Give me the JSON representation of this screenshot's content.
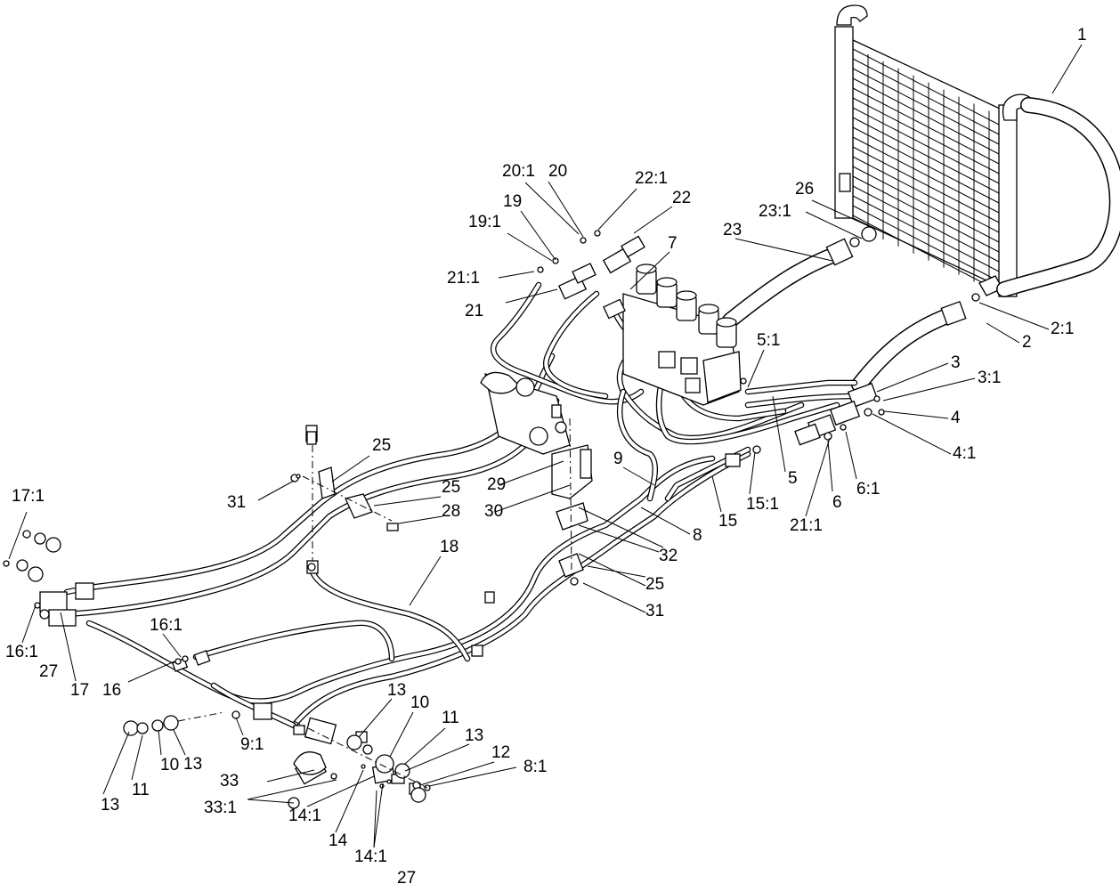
{
  "diagram": {
    "callouts": [
      {
        "id": "c-1",
        "text": "1"
      },
      {
        "id": "c-2",
        "text": "2"
      },
      {
        "id": "c-2-1",
        "text": "2:1"
      },
      {
        "id": "c-3",
        "text": "3"
      },
      {
        "id": "c-3-1",
        "text": "3:1"
      },
      {
        "id": "c-4",
        "text": "4"
      },
      {
        "id": "c-4-1",
        "text": "4:1"
      },
      {
        "id": "c-5",
        "text": "5"
      },
      {
        "id": "c-5-1",
        "text": "5:1"
      },
      {
        "id": "c-6",
        "text": "6"
      },
      {
        "id": "c-6-1",
        "text": "6:1"
      },
      {
        "id": "c-7",
        "text": "7"
      },
      {
        "id": "c-8",
        "text": "8"
      },
      {
        "id": "c-8-1",
        "text": "8:1"
      },
      {
        "id": "c-9",
        "text": "9"
      },
      {
        "id": "c-9-1",
        "text": "9:1"
      },
      {
        "id": "c-10a",
        "text": "10"
      },
      {
        "id": "c-10b",
        "text": "10"
      },
      {
        "id": "c-11a",
        "text": "11"
      },
      {
        "id": "c-11b",
        "text": "11"
      },
      {
        "id": "c-12",
        "text": "12"
      },
      {
        "id": "c-13a",
        "text": "13"
      },
      {
        "id": "c-13b",
        "text": "13"
      },
      {
        "id": "c-13c",
        "text": "13"
      },
      {
        "id": "c-13d",
        "text": "13"
      },
      {
        "id": "c-14",
        "text": "14"
      },
      {
        "id": "c-14-1a",
        "text": "14:1"
      },
      {
        "id": "c-14-1b",
        "text": "14:1"
      },
      {
        "id": "c-15",
        "text": "15"
      },
      {
        "id": "c-15-1",
        "text": "15:1"
      },
      {
        "id": "c-16",
        "text": "16"
      },
      {
        "id": "c-16-1a",
        "text": "16:1"
      },
      {
        "id": "c-16-1b",
        "text": "16:1"
      },
      {
        "id": "c-17",
        "text": "17"
      },
      {
        "id": "c-17-1",
        "text": "17:1"
      },
      {
        "id": "c-18",
        "text": "18"
      },
      {
        "id": "c-19",
        "text": "19"
      },
      {
        "id": "c-19-1",
        "text": "19:1"
      },
      {
        "id": "c-20",
        "text": "20"
      },
      {
        "id": "c-20-1",
        "text": "20:1"
      },
      {
        "id": "c-21",
        "text": "21"
      },
      {
        "id": "c-21-1a",
        "text": "21:1"
      },
      {
        "id": "c-21-1b",
        "text": "21:1"
      },
      {
        "id": "c-22",
        "text": "22"
      },
      {
        "id": "c-22-1",
        "text": "22:1"
      },
      {
        "id": "c-23",
        "text": "23"
      },
      {
        "id": "c-23-1",
        "text": "23:1"
      },
      {
        "id": "c-25a",
        "text": "25"
      },
      {
        "id": "c-25b",
        "text": "25"
      },
      {
        "id": "c-25c",
        "text": "25"
      },
      {
        "id": "c-26",
        "text": "26"
      },
      {
        "id": "c-27a",
        "text": "27"
      },
      {
        "id": "c-27b",
        "text": "27"
      },
      {
        "id": "c-28",
        "text": "28"
      },
      {
        "id": "c-29",
        "text": "29"
      },
      {
        "id": "c-30",
        "text": "30"
      },
      {
        "id": "c-31a",
        "text": "31"
      },
      {
        "id": "c-31b",
        "text": "31"
      },
      {
        "id": "c-32",
        "text": "32"
      },
      {
        "id": "c-33",
        "text": "33"
      },
      {
        "id": "c-33-1",
        "text": "33:1"
      }
    ]
  }
}
